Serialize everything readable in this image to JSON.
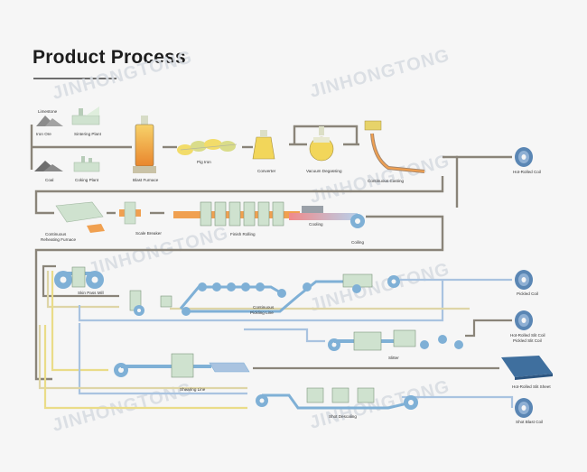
{
  "header": {
    "title": "Product Process"
  },
  "watermark": {
    "text": "JINHONGTONG"
  },
  "colors": {
    "line_gray": "#8a8479",
    "line_blue": "#a9c3e0",
    "line_beige": "#ded5a7",
    "line_yellow": "#eadc88",
    "machine_green": "#c8e0c7",
    "conveyor_blue": "#7fb0d6",
    "hot_orange": "#f0a050",
    "coil_blue": "#5a86b4"
  },
  "labels": {
    "limestone": "Limestone",
    "iron_ore": "Iron Ore",
    "sintering_plant": "Sintering Plant",
    "coal": "Coal",
    "coking_plant": "Coking Plant",
    "blast_furnace": "Blast Furnace",
    "pig_iron": "Pig Iron",
    "converter": "Converter",
    "vacuum_degassing": "Vacuum Degassing",
    "continuous_casting": "Continuous Casting",
    "hot_rolled_coil": "Hot-Rolled Coil",
    "reheating_furnace_1": "Continuous",
    "reheating_furnace_2": "Reheating Furnace",
    "scale_breaker": "Scale Breaker",
    "finish_rolling": "Finish Rolling",
    "cooling": "Cooling",
    "coiling": "Coiling",
    "skin_pass_mill": "Skin Pass Mill",
    "pickling_line_1": "Continuous",
    "pickling_line_2": "Pickling Line",
    "pickled_coil": "Pickled Coil",
    "slitter": "Slitter",
    "slit_coil_1": "Hot-Rolled Slit Coil",
    "slit_coil_2": "Pickled Slit Coil",
    "shearing_line": "Shearing Line",
    "slit_sheet": "Hot-Rolled Slit Sheet",
    "shot_descaling": "Shot Descaling",
    "shot_blast_coil": "Shot Blast Coil"
  }
}
